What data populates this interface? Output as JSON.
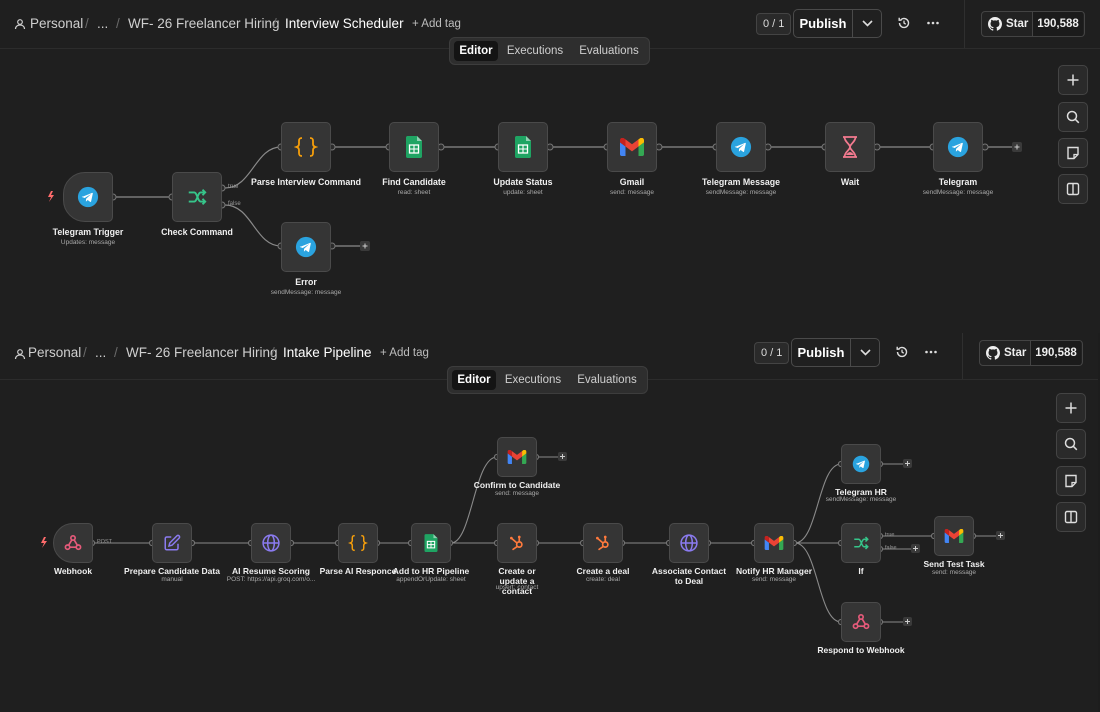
{
  "top": {
    "breadcrumb": {
      "root": "Personal",
      "ellipsis": "...",
      "project": "WF- 26 Freelancer Hiring",
      "title": "Interview Scheduler",
      "add_tag": "+ Add tag"
    },
    "counter": "0 / 1",
    "publish_label": "Publish",
    "github": {
      "star_label": "Star",
      "count": "190,588"
    },
    "tabs": [
      {
        "label": "Editor",
        "active": true
      },
      {
        "label": "Executions"
      },
      {
        "label": "Evaluations"
      }
    ],
    "nodes": [
      {
        "id": "telegram-trigger",
        "label": "Telegram Trigger",
        "sub": "Updates: message"
      },
      {
        "id": "check-command",
        "label": "Check Command",
        "sub": ""
      },
      {
        "id": "parse-interview-command",
        "label": "Parse Interview Command",
        "sub": ""
      },
      {
        "id": "find-candidate",
        "label": "Find Candidate",
        "sub": "read: sheet"
      },
      {
        "id": "update-status",
        "label": "Update Status",
        "sub": "update: sheet"
      },
      {
        "id": "gmail",
        "label": "Gmail",
        "sub": "send: message"
      },
      {
        "id": "telegram-message",
        "label": "Telegram Message",
        "sub": "sendMessage: message"
      },
      {
        "id": "wait",
        "label": "Wait",
        "sub": ""
      },
      {
        "id": "telegram",
        "label": "Telegram",
        "sub": "sendMessage: message"
      },
      {
        "id": "error",
        "label": "Error",
        "sub": "sendMessage: message"
      }
    ],
    "branch_true": "true",
    "branch_false": "false"
  },
  "bottom": {
    "breadcrumb": {
      "root": "Personal",
      "ellipsis": "...",
      "project": "WF- 26 Freelancer Hiring",
      "title": "Intake Pipeline",
      "add_tag": "+ Add tag"
    },
    "counter": "0 / 1",
    "publish_label": "Publish",
    "github": {
      "star_label": "Star",
      "count": "190,588"
    },
    "tabs": [
      {
        "label": "Editor",
        "active": true
      },
      {
        "label": "Executions"
      },
      {
        "label": "Evaluations"
      }
    ],
    "nodes": [
      {
        "id": "webhook",
        "label": "Webhook",
        "sub": ""
      },
      {
        "id": "prepare-candidate-data",
        "label": "Prepare Candidate Data",
        "sub": "manual"
      },
      {
        "id": "ai-resume-scoring",
        "label": "AI Resume Scoring",
        "sub": "POST: https://api.groq.com/o..."
      },
      {
        "id": "parse-ai-responce",
        "label": "Parse AI Responce",
        "sub": ""
      },
      {
        "id": "add-to-hr-pipeline",
        "label": "Add to HR Pipeline",
        "sub": "appendOrUpdate: sheet"
      },
      {
        "id": "confirm-to-candidate",
        "label": "Confirm to Candidate",
        "sub": "send: message"
      },
      {
        "id": "create-or-update-contact",
        "label": "Create or update a contact",
        "sub": "upsert: contact"
      },
      {
        "id": "create-a-deal",
        "label": "Create a deal",
        "sub": "create: deal"
      },
      {
        "id": "associate-contact-to-deal",
        "label": "Associate Contact to Deal",
        "sub": ""
      },
      {
        "id": "notify-hr-manager",
        "label": "Notify HR Manager",
        "sub": "send: message"
      },
      {
        "id": "telegram-hr",
        "label": "Telegram HR",
        "sub": "sendMessage: message"
      },
      {
        "id": "if",
        "label": "If",
        "sub": ""
      },
      {
        "id": "respond-to-webhook",
        "label": "Respond to Webhook",
        "sub": ""
      },
      {
        "id": "send-test-task",
        "label": "Send Test Task",
        "sub": "send: message"
      }
    ],
    "webhook_method": "POST",
    "branch_true": "true",
    "branch_false": "false"
  }
}
